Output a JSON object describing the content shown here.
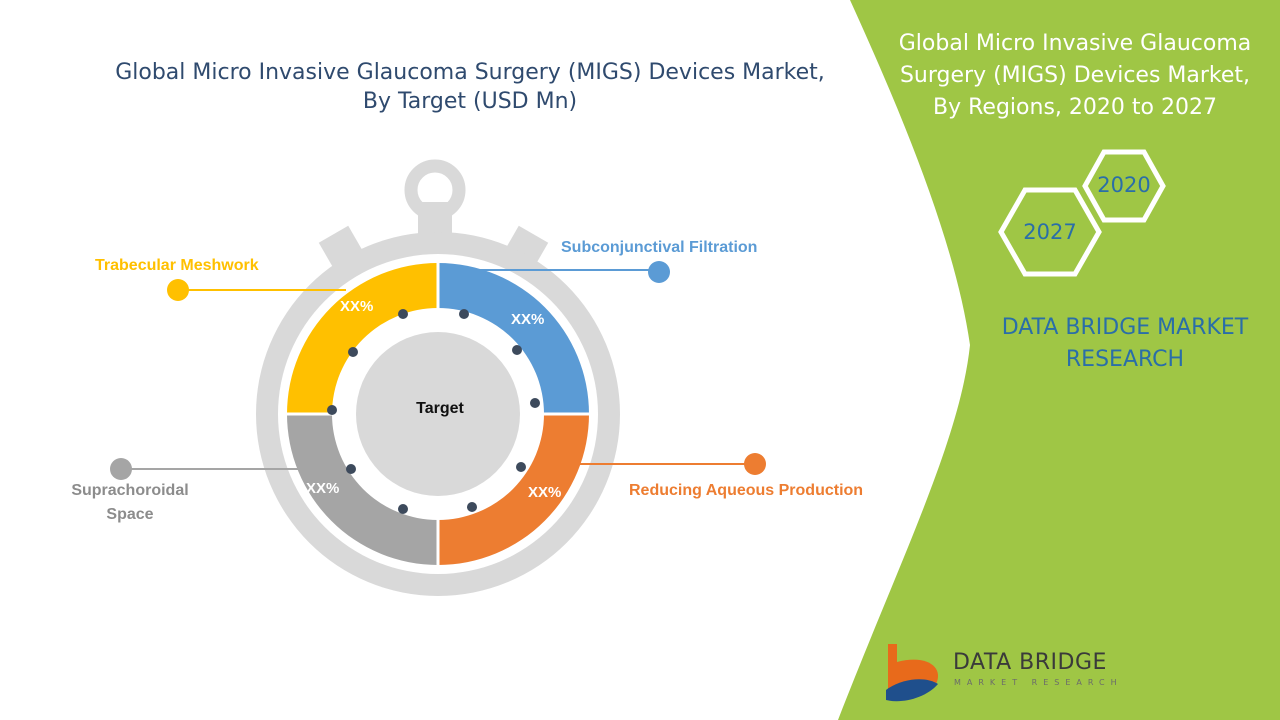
{
  "title_lines": [
    "Global Micro Invasive Glaucoma Surgery (MIGS) Devices Market,",
    "By Target (USD Mn)"
  ],
  "region_title_lines": [
    "Global Micro Invasive Glaucoma",
    "Surgery (MIGS) Devices Market,",
    "By Regions, 2020 to 2027"
  ],
  "years": {
    "top": "2020",
    "bottom": "2027"
  },
  "brand_lines": [
    "DATA BRIDGE MARKET",
    "RESEARCH"
  ],
  "center_label": "Target",
  "segments": [
    {
      "name": "Subconjunctival Filtration",
      "pct": "XX%",
      "color": "#5b9bd5"
    },
    {
      "name": "Reducing Aqueous Production",
      "pct": "XX%",
      "color": "#ed7d31"
    },
    {
      "name_lines": [
        "Suprachoroidal",
        "Space"
      ],
      "pct": "XX%",
      "color": "#a5a5a5",
      "label_color": "#8c8c8c"
    },
    {
      "name": "Trabecular Meshwork",
      "pct": "XX%",
      "color": "#ffc000"
    }
  ],
  "logo": {
    "name": "DATA BRIDGE",
    "sub": "MARKET RESEARCH"
  },
  "colors": {
    "green_panel": "#9fc645",
    "stopwatch": "#d9d9d9",
    "dots": "#3d4a5c",
    "accent_blue": "#2a6ea8"
  }
}
